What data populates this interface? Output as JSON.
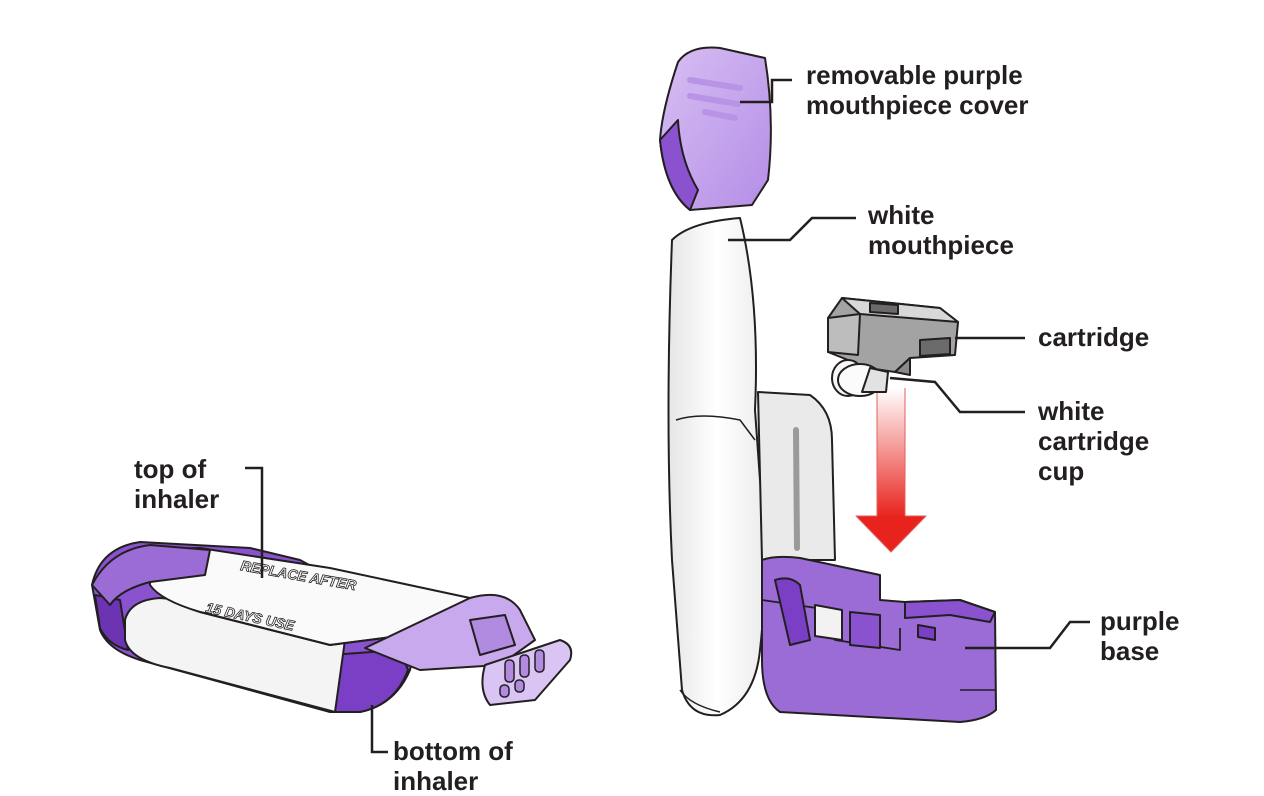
{
  "labels": {
    "top_of_inhaler": [
      "top of",
      "inhaler"
    ],
    "bottom_of_inhaler": [
      "bottom of",
      "inhaler"
    ],
    "removable_cover": [
      "removable purple",
      "mouthpiece cover"
    ],
    "white_mouthpiece": [
      "white",
      "mouthpiece"
    ],
    "cartridge": [
      "cartridge"
    ],
    "white_cartridge_cup": [
      "white",
      "cartridge",
      "cup"
    ],
    "purple_base": [
      "purple",
      "base"
    ]
  },
  "device_text": {
    "replace_after": "REPLACE AFTER",
    "days_use": "15  DAYS USE"
  },
  "colors": {
    "purple_dark": "#7a3fc4",
    "purple_mid": "#9b6bd6",
    "purple_light": "#c9a9ee",
    "white_body": "#f4f4f4",
    "grey_cartridge": "#a3a3a3",
    "arrow_red": "#e8221c",
    "outline": "#231f20"
  }
}
